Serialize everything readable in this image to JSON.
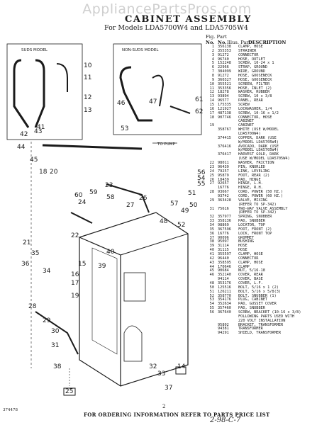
{
  "watermark": "AppliancePartsPros.com",
  "title": "CABINET ASSEMBLY",
  "subtitle": "For Models LDA5700W4 and LDA5705W4",
  "parts_header": {
    "line1": "Fig. Part",
    "line2": "Illus. Part"
  },
  "columns": {
    "no": "No.",
    "part": "No.",
    "description": "DESCRIPTION"
  },
  "parts": [
    {
      "k": "1",
      "p": "356138",
      "d": "CLAMP, HOSE"
    },
    {
      "k": "2",
      "p": "355353",
      "d": "STRAINER"
    },
    {
      "k": "3",
      "p": "91272",
      "d": "CONNECTOR"
    },
    {
      "k": "4",
      "p": "96740",
      "d": "HOSE, OUTLET"
    },
    {
      "k": "5",
      "p": "152248",
      "d": "SCREW, 10-24 x 1"
    },
    {
      "k": "6",
      "p": "22966",
      "d": "STRAP, GROUND"
    },
    {
      "k": "7",
      "p": "384099",
      "d": "WIRE, GROUND"
    },
    {
      "k": "8",
      "p": "91272",
      "d": "HOSE, GOOSENECK"
    },
    {
      "k": "9",
      "p": "360327",
      "d": "HOSE, GOOSENECK"
    },
    {
      "k": "10",
      "p": "355521",
      "d": "SCREEN, FILTER"
    },
    {
      "k": "11",
      "p": "353356",
      "d": "HOSE, INLET (2)"
    },
    {
      "k": "12",
      "p": "18278",
      "d": "WASHER, RUBBER"
    },
    {
      "k": "13",
      "p": "93894",
      "d": "SCREW, 10 x 3/8"
    },
    {
      "k": "14",
      "p": "96577",
      "d": "PANEL, REAR"
    },
    {
      "k": "15",
      "p": "175335",
      "d": "SCREW"
    },
    {
      "k": "16",
      "p": "121927",
      "d": "LOCKWASHER, 1/4"
    },
    {
      "k": "17",
      "p": "487138",
      "d": "SCREW, 10-16 x 1/2"
    },
    {
      "k": "18",
      "p": "907746",
      "d": "CONNECTOR, HOSE"
    },
    {
      "k": "",
      "p": "",
      "d": "CABINET"
    },
    {
      "k": "19",
      "p": "",
      "d": "CABINET"
    },
    {
      "k": "",
      "p": "358767",
      "d": "WHITE (USE W/MODEL"
    },
    {
      "k": "",
      "p": "",
      "d": "LDA5700W4)"
    },
    {
      "k": "",
      "p": "374415",
      "d": "COPPER, DARK (USE"
    },
    {
      "k": "",
      "p": "",
      "d": "W/MODEL LDA5705W4)"
    },
    {
      "k": "",
      "p": "376416",
      "d": "AVOCADO, DARK (USE"
    },
    {
      "k": "",
      "p": "",
      "d": "W/MODEL LDA5705W4)"
    },
    {
      "k": "",
      "p": "376417",
      "d": "HARVEST GOLD, DARK"
    },
    {
      "k": "",
      "p": "",
      "d": "(USE W/MODEL LDA5705W4)"
    },
    {
      "k": "22",
      "p": "98011",
      "d": "WASHER, FRICTION"
    },
    {
      "k": "23",
      "p": "96439",
      "d": "PIN, KNURLED"
    },
    {
      "k": "24",
      "p": "79257",
      "d": "LINK, LEVELING"
    },
    {
      "k": "25",
      "p": "95879",
      "d": "FOOT, REAR (2)"
    },
    {
      "k": "26",
      "p": "18439",
      "d": "PAD, HINGE"
    },
    {
      "k": "27",
      "p": "92657",
      "d": "HINGE, L.H."
    },
    {
      "k": "",
      "p": "16776",
      "d": "HINGE, R.H."
    },
    {
      "k": "28",
      "p": "93667",
      "d": "CORD, POWER (50 HZ.)"
    },
    {
      "k": "",
      "p": "93742",
      "d": "CORD, POWER (60 HZ.)"
    },
    {
      "k": "29",
      "p": "363428",
      "d": "VALVE, MIXING"
    },
    {
      "k": "",
      "p": "",
      "d": "(REFER TO SP-342)"
    },
    {
      "k": "31",
      "p": "75616",
      "d": "TWO-WAY VALVE ASSEMBLY"
    },
    {
      "k": "",
      "p": "",
      "d": "(REFER TO SP-342)"
    },
    {
      "k": "32",
      "p": "357977",
      "d": "SPRING, SNUBBER"
    },
    {
      "k": "33",
      "p": "358136",
      "d": "PAD, SNUBBER"
    },
    {
      "k": "34",
      "p": "98869",
      "d": "LOCATOR, TOP"
    },
    {
      "k": "35",
      "p": "367596",
      "d": "FOOT, FRONT (2)"
    },
    {
      "k": "36",
      "p": "16776",
      "d": "LOCK, FRONT TOP"
    },
    {
      "k": "37",
      "p": "90096",
      "d": "GROMMET"
    },
    {
      "k": "38",
      "p": "95097",
      "d": "BUSHING"
    },
    {
      "k": "39",
      "p": "31114",
      "d": "HOSE"
    },
    {
      "k": "40",
      "p": "31115",
      "d": "HOSE"
    },
    {
      "k": "41",
      "p": "355597",
      "d": "CLAMP, HOSE"
    },
    {
      "k": "42",
      "p": "96440",
      "d": "CONNECTOR"
    },
    {
      "k": "43",
      "p": "358595",
      "d": "CLAMP, HOSE"
    },
    {
      "k": "44",
      "p": "170646",
      "d": "CLAMP"
    },
    {
      "k": "45",
      "p": "90684",
      "d": "NUT, 5/16-18"
    },
    {
      "k": "46",
      "p": "352140",
      "d": "COVER, REAR"
    },
    {
      "k": "",
      "p": "94114",
      "d": "COVER, BASE"
    },
    {
      "k": "48",
      "p": "353176",
      "d": "COVER, L.F."
    },
    {
      "k": "50",
      "p": "125516",
      "d": "BOLT, 5/16 x 1 (2)"
    },
    {
      "k": "51",
      "p": "126211",
      "d": "BOLT, 5/16 x 5/8(3)"
    },
    {
      "k": "52",
      "p": "358770",
      "d": "BOLT, SNUBBER (1)"
    },
    {
      "k": "53",
      "p": "354176",
      "d": "PLUG, CABINET"
    },
    {
      "k": "54",
      "p": "352634",
      "d": "PAD, GUSSET COVER"
    },
    {
      "k": "55",
      "p": "357460",
      "d": "PAD, SNUBBER"
    },
    {
      "k": "56",
      "p": "367640",
      "d": "SCREW, BRACKET (10-16 x 3/8)"
    },
    {
      "k": "",
      "p": "",
      "d": "FOLLOWING PARTS USED WITH"
    },
    {
      "k": "",
      "p": "",
      "d": "220 VOLT INSTALLATION"
    },
    {
      "k": "",
      "p": "95802",
      "d": "BRACKET, TRANSFORMER"
    },
    {
      "k": "",
      "p": "94381",
      "d": "TRANSFORMER"
    },
    {
      "k": "",
      "p": "94291",
      "d": "SHIELD, TRANSFORMER"
    }
  ],
  "diagram_labels": {
    "suds_model": "SUDS MODEL",
    "non_suds_model": "NON-SUDS MODEL",
    "to_pump": "TO PUMP"
  },
  "callouts": [
    "10",
    "11",
    "12",
    "13",
    "14",
    "15",
    "16",
    "17",
    "18",
    "19",
    "20",
    "21",
    "22",
    "23",
    "24",
    "25",
    "26",
    "27",
    "28",
    "29",
    "30",
    "31",
    "32",
    "33",
    "34",
    "35",
    "36",
    "37",
    "38",
    "39",
    "40",
    "41",
    "42",
    "43",
    "44",
    "45",
    "46",
    "47",
    "48",
    "49",
    "50",
    "51",
    "52",
    "53",
    "54",
    "55",
    "56",
    "57",
    "58",
    "59",
    "60",
    "61",
    "62"
  ],
  "footer": "FOR ORDERING INFORMATION REFER TO PARTS PRICE LIST",
  "page_number": "2",
  "doc_number": "374478",
  "handwritten": "2-98-C-7"
}
